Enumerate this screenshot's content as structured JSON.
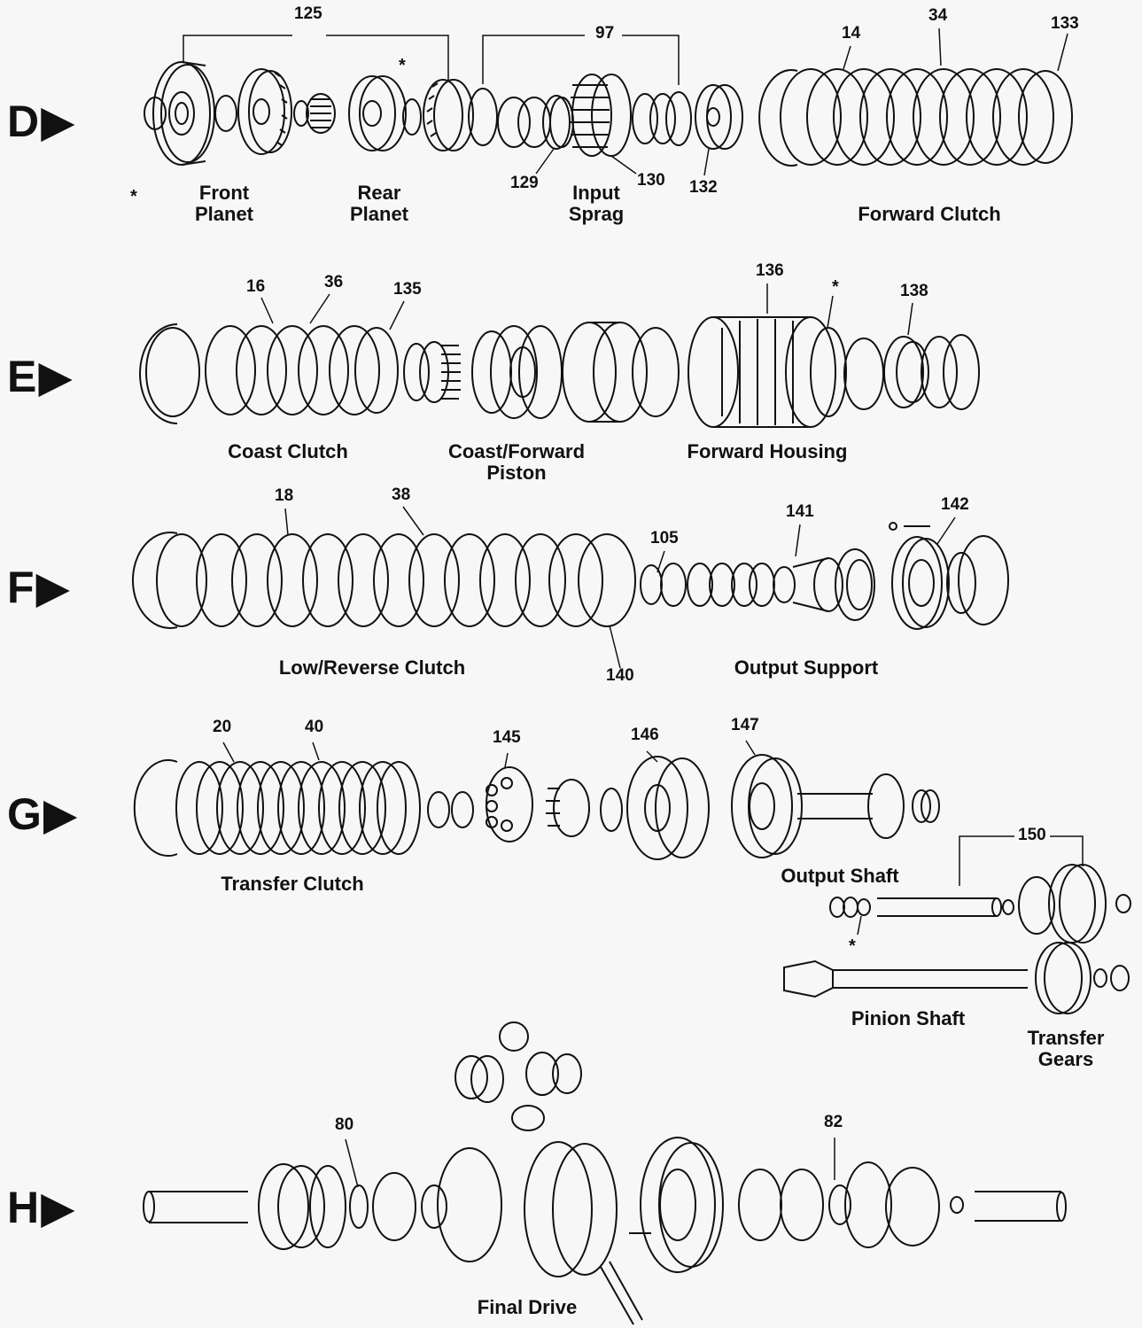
{
  "rows": [
    {
      "id": "D",
      "label": "D▶"
    },
    {
      "id": "E",
      "label": "E▶"
    },
    {
      "id": "F",
      "label": "F▶"
    },
    {
      "id": "G",
      "label": "G▶"
    },
    {
      "id": "H",
      "label": "H▶"
    }
  ],
  "group_labels": {
    "front_planet": [
      "Front",
      "Planet"
    ],
    "rear_planet": [
      "Rear",
      "Planet"
    ],
    "input_sprag": [
      "Input",
      "Sprag"
    ],
    "forward_clutch": "Forward Clutch",
    "coast_clutch": "Coast Clutch",
    "coast_forward_piston": [
      "Coast/Forward",
      "Piston"
    ],
    "forward_housing": "Forward Housing",
    "low_reverse_clutch": "Low/Reverse Clutch",
    "output_support": "Output Support",
    "transfer_clutch": "Transfer Clutch",
    "output_shaft": "Output Shaft",
    "pinion_shaft": "Pinion Shaft",
    "transfer_gears": [
      "Transfer",
      "Gears"
    ],
    "final_drive": "Final Drive"
  },
  "callouts": {
    "n125": "125",
    "n97": "97",
    "n14": "14",
    "n34": "34",
    "n133": "133",
    "n129": "129",
    "n130": "130",
    "n132": "132",
    "n16": "16",
    "n36": "36",
    "n135": "135",
    "n136": "136",
    "n138": "138",
    "n18": "18",
    "n38": "38",
    "n105": "105",
    "n141": "141",
    "n142": "142",
    "n140": "140",
    "n20": "20",
    "n40": "40",
    "n145": "145",
    "n146": "146",
    "n147": "147",
    "n150": "150",
    "n80": "80",
    "n82": "82"
  },
  "asterisk": "*"
}
